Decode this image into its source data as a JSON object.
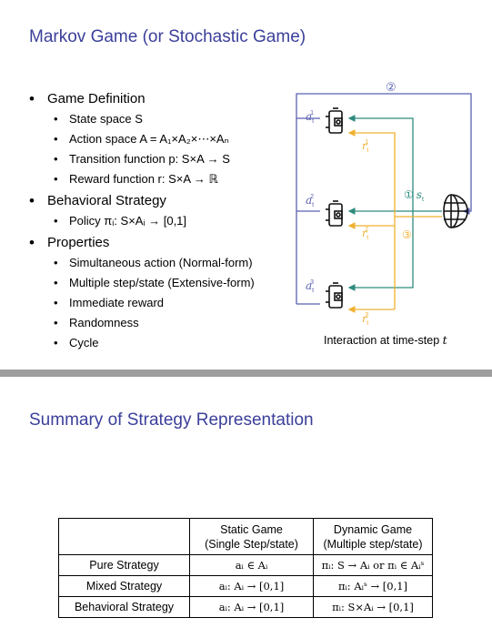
{
  "titles": {
    "game": "Markov Game (or Stochastic Game)",
    "summary": "Summary of Strategy Representation"
  },
  "bullets": {
    "game_definition": "Game Definition",
    "state_space": "State space S",
    "action_space": "Action space A = A₁×A₂×⋯×Aₙ",
    "transition": "Transition function p: S×A → S",
    "reward": "Reward function r: S×A → ℝ",
    "behavioral_strategy": "Behavioral Strategy",
    "policy": "Policy πᵢ: S×Aᵢ → [0,1]",
    "properties": "Properties",
    "prop_items": [
      "Simultaneous action (Normal-form)",
      "Multiple step/state (Extensive-form)",
      "Immediate reward",
      "Randomness",
      "Cycle"
    ]
  },
  "diagram": {
    "caption_text": "Interaction at time-step ",
    "caption_var": "t",
    "circle_1": "①",
    "circle_2": "②",
    "circle_3": "③",
    "state_label": "s",
    "state_sub": "t",
    "actions": [
      {
        "base": "a",
        "sub": "t",
        "sup": "1"
      },
      {
        "base": "a",
        "sub": "t",
        "sup": "2"
      },
      {
        "base": "a",
        "sub": "t",
        "sup": "3"
      }
    ],
    "rewards": [
      {
        "base": "r",
        "sub": "t",
        "sup": "1"
      },
      {
        "base": "r",
        "sub": "t",
        "sup": "2"
      },
      {
        "base": "r",
        "sub": "t",
        "sup": "3"
      }
    ],
    "colors": {
      "action": "#5b62b0",
      "state": "#2e8a7e",
      "reward": "#f0b030",
      "robot": "#111111"
    }
  },
  "table": {
    "head": [
      "",
      "Static Game\n(Single Step/state)",
      "Dynamic Game\n(Multiple step/state)"
    ],
    "rows": [
      [
        "Pure Strategy",
        "aᵢ ∈ Aᵢ",
        "πᵢ: S → Aᵢ or πᵢ ∈ Aᵢˢ"
      ],
      [
        "Mixed Strategy",
        "aᵢ: Aᵢ → [0,1]",
        "πᵢ: Aᵢˢ → [0,1]"
      ],
      [
        "Behavioral Strategy",
        "aᵢ: Aᵢ → [0,1]",
        "πᵢ: S×Aᵢ → [0,1]"
      ]
    ]
  }
}
